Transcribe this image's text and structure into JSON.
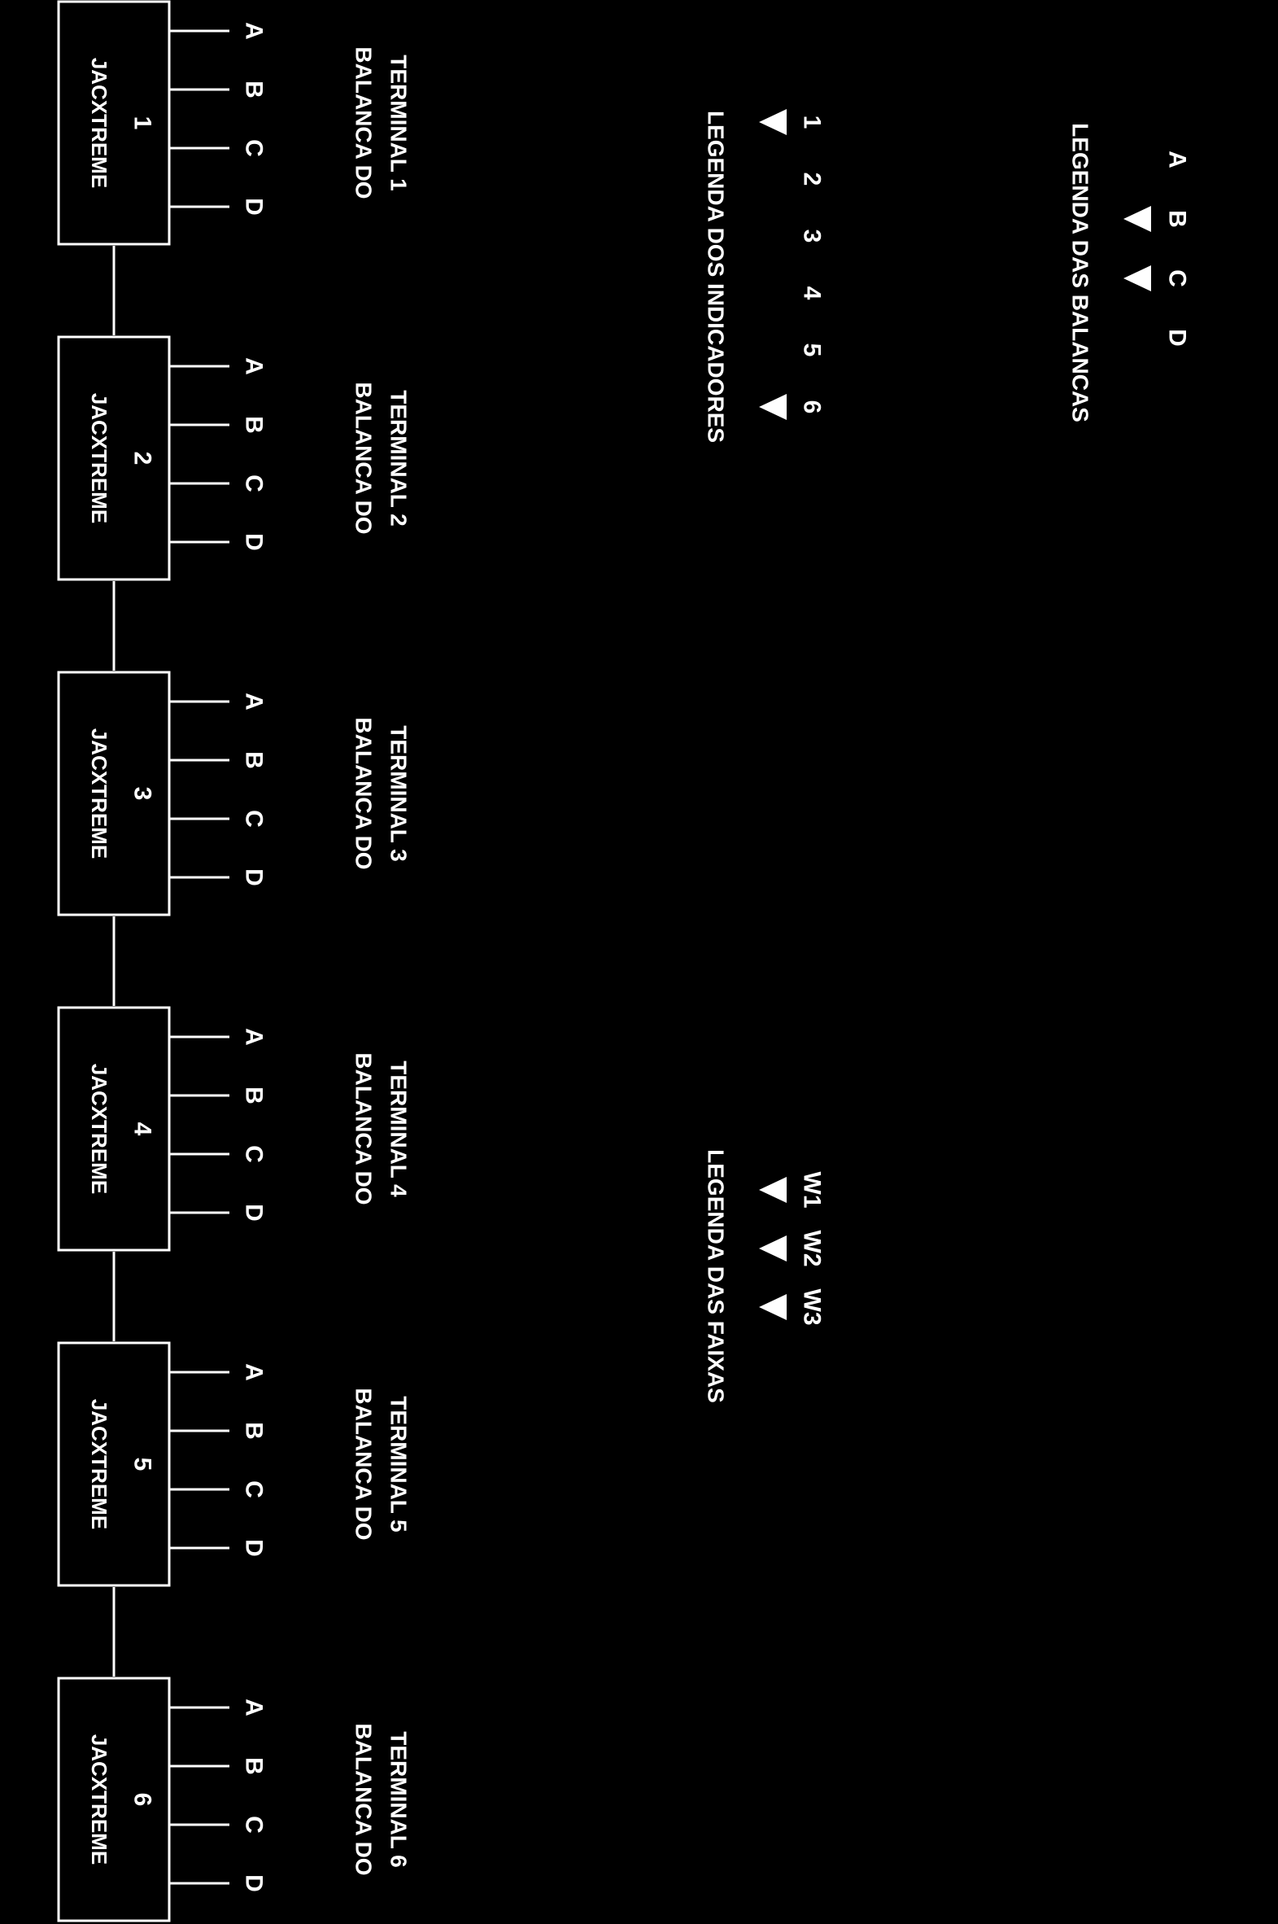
{
  "colors": {
    "background": "#000000",
    "foreground": "#ffffff"
  },
  "pins": [
    "A",
    "B",
    "C",
    "D"
  ],
  "terminals": [
    {
      "device_label": "JACXTREME",
      "number": "1",
      "caption_line1": "TERMINAL 1",
      "caption_line2": "BALANCA DO"
    },
    {
      "device_label": "JACXTREME",
      "number": "2",
      "caption_line1": "TERMINAL 2",
      "caption_line2": "BALANCA DO"
    },
    {
      "device_label": "JACXTREME",
      "number": "3",
      "caption_line1": "TERMINAL 3",
      "caption_line2": "BALANCA DO"
    },
    {
      "device_label": "JACXTREME",
      "number": "4",
      "caption_line1": "TERMINAL 4",
      "caption_line2": "BALANCA DO"
    },
    {
      "device_label": "JACXTREME",
      "number": "5",
      "caption_line1": "TERMINAL 5",
      "caption_line2": "BALANCA DO"
    },
    {
      "device_label": "JACXTREME",
      "number": "6",
      "caption_line1": "TERMINAL 6",
      "caption_line2": "BALANCA DO"
    }
  ],
  "legends": {
    "indicadores": {
      "title": "LEGENDA DOS INDICADORES",
      "items": [
        "1",
        "2",
        "3",
        "4",
        "5",
        "6"
      ],
      "marked": [
        "1",
        "6"
      ]
    },
    "balancas": {
      "title": "LEGENDA DAS BALANCAS",
      "items": [
        "A",
        "B",
        "C",
        "D"
      ],
      "marked": [
        "B",
        "C"
      ]
    },
    "faixas": {
      "title": "LEGENDA DAS FAIXAS",
      "items": [
        "W1",
        "W2",
        "W3"
      ],
      "marked": [
        "W1",
        "W2",
        "W3"
      ]
    }
  }
}
